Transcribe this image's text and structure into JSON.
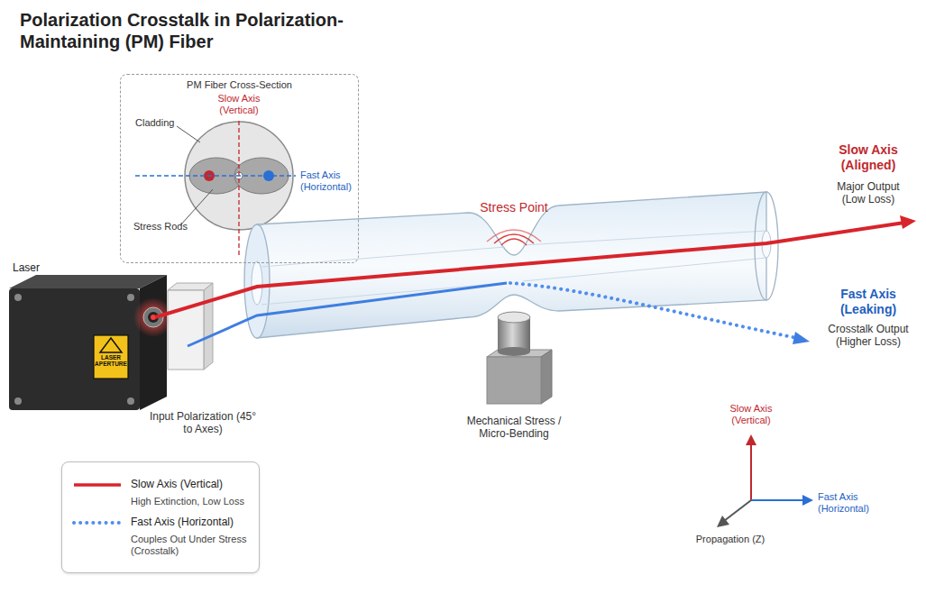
{
  "diagram": {
    "title": "Polarization Crosstalk in Polarization-Maintaining (PM) Fiber",
    "nodes": [
      {
        "text": [
          "PM Fiber Cross-Section"
        ]
      }
    ],
    "labels": [
      "Slow Axis (Vertical)",
      "Cladding",
      "Fast Axis (Horizontal)",
      "Stress Rods",
      "Laser",
      "LASER APERTURE",
      "Input Polarization (45° to Axes)",
      "Stress Point",
      "Mechanical Stress / Micro-Bending",
      "Slow Axis (Aligned)",
      "Major Output (Low Loss)",
      "Fast Axis (Leaking)",
      "Crosstalk Output (Higher Loss)",
      "Slow Axis (Vertical)",
      "Fast Axis (Horizontal)",
      "Propagation (Z)",
      "High Extinction, Low Loss",
      "Couples Out Under Stress (Crosstalk)"
    ],
    "legend": [
      {
        "text": "Slow Axis (Vertical)"
      },
      {
        "text": "Fast Axis (Horizontal)"
      }
    ]
  }
}
